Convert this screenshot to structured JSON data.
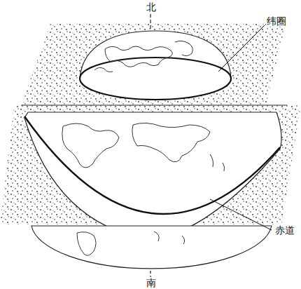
{
  "diagram": {
    "labels": [
      "北",
      "纬圈",
      "赤道",
      "南"
    ]
  }
}
